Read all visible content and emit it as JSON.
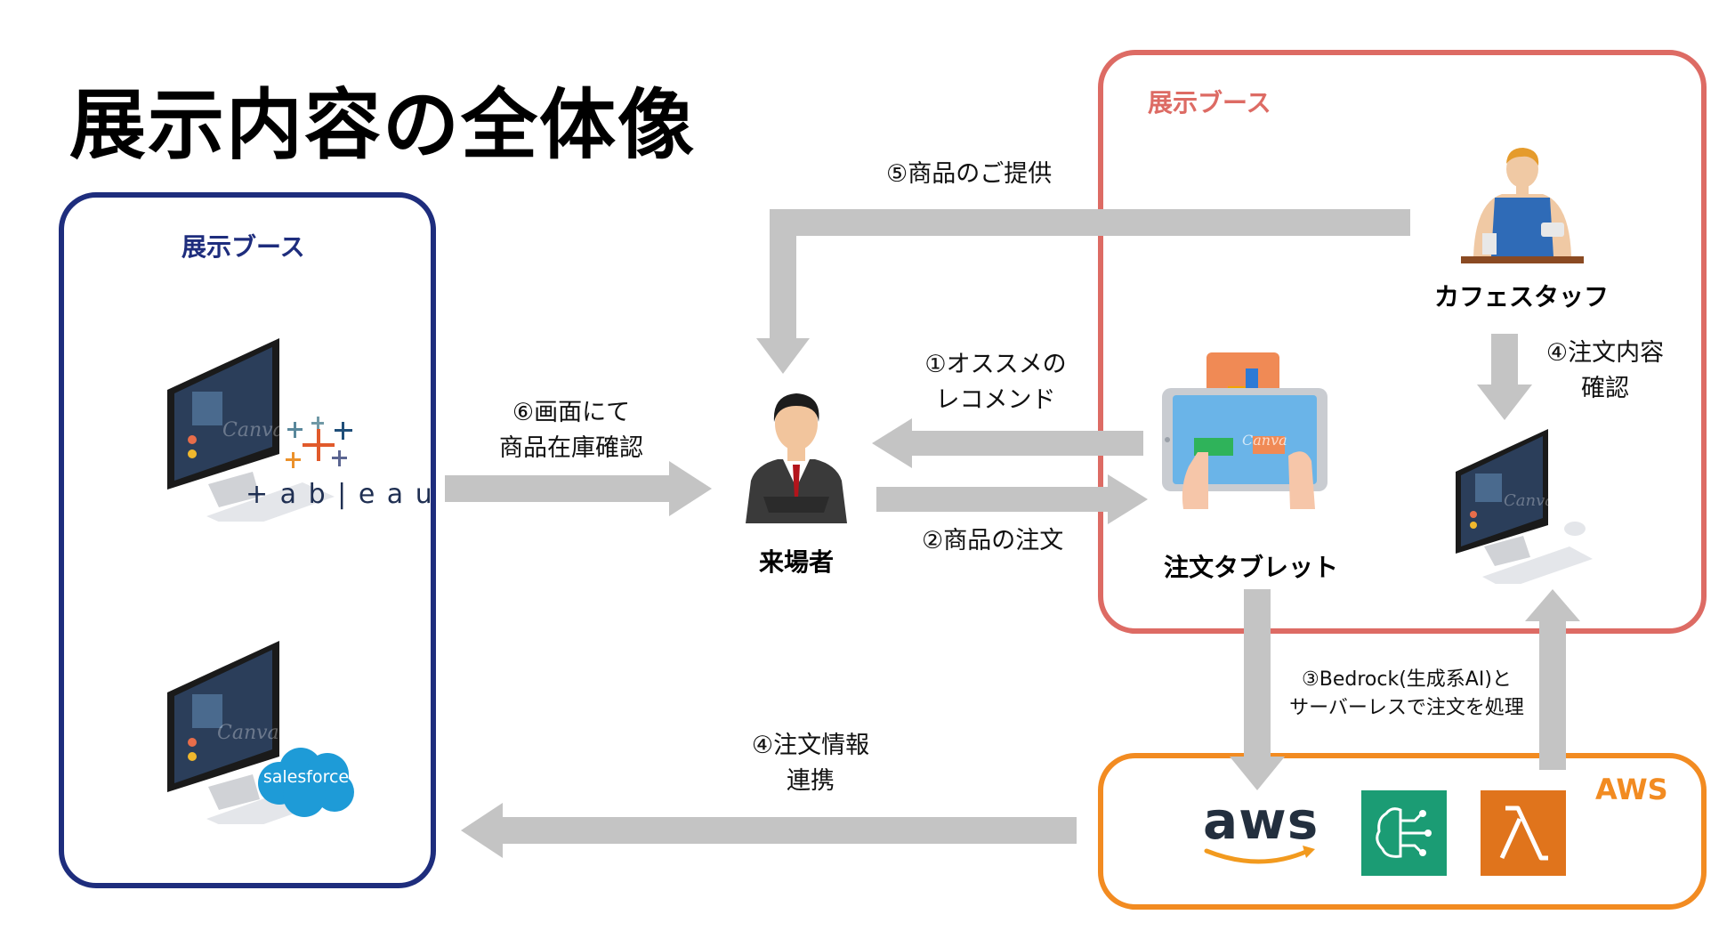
{
  "page_title": "展示内容の全体像",
  "booths": {
    "left_label": "展示ブース",
    "right_label": "展示ブース",
    "aws_label": "AWS"
  },
  "actors": {
    "visitor": "来場者",
    "tablet": "注文タブレット",
    "staff": "カフェスタッフ"
  },
  "steps": {
    "s1_line1": "①オススメの",
    "s1_line2": "レコメンド",
    "s2": "②商品の注文",
    "s3_line1": "③Bedrock(生成系AI)と",
    "s3_line2": "サーバーレスで注文を処理",
    "s4a_line1": "④注文内容",
    "s4a_line2": "確認",
    "s4b_line1": "④注文情報",
    "s4b_line2": "連携",
    "s5": "⑤商品のご提供",
    "s6_line1": "⑥画面にて",
    "s6_line2": "商品在庫確認"
  },
  "logos": {
    "tableau": "+ a b | e a u",
    "salesforce": "salesforce",
    "aws": "aws",
    "watermark": "Canva"
  },
  "colors": {
    "left_box": "#1e2d7d",
    "red_box": "#dd6b64",
    "aws_box": "#f28b21",
    "arrow": "#c4c4c4",
    "bedrock": "#1b9c74",
    "lambda": "#e0741c",
    "salesforce": "#1e9bd7"
  }
}
